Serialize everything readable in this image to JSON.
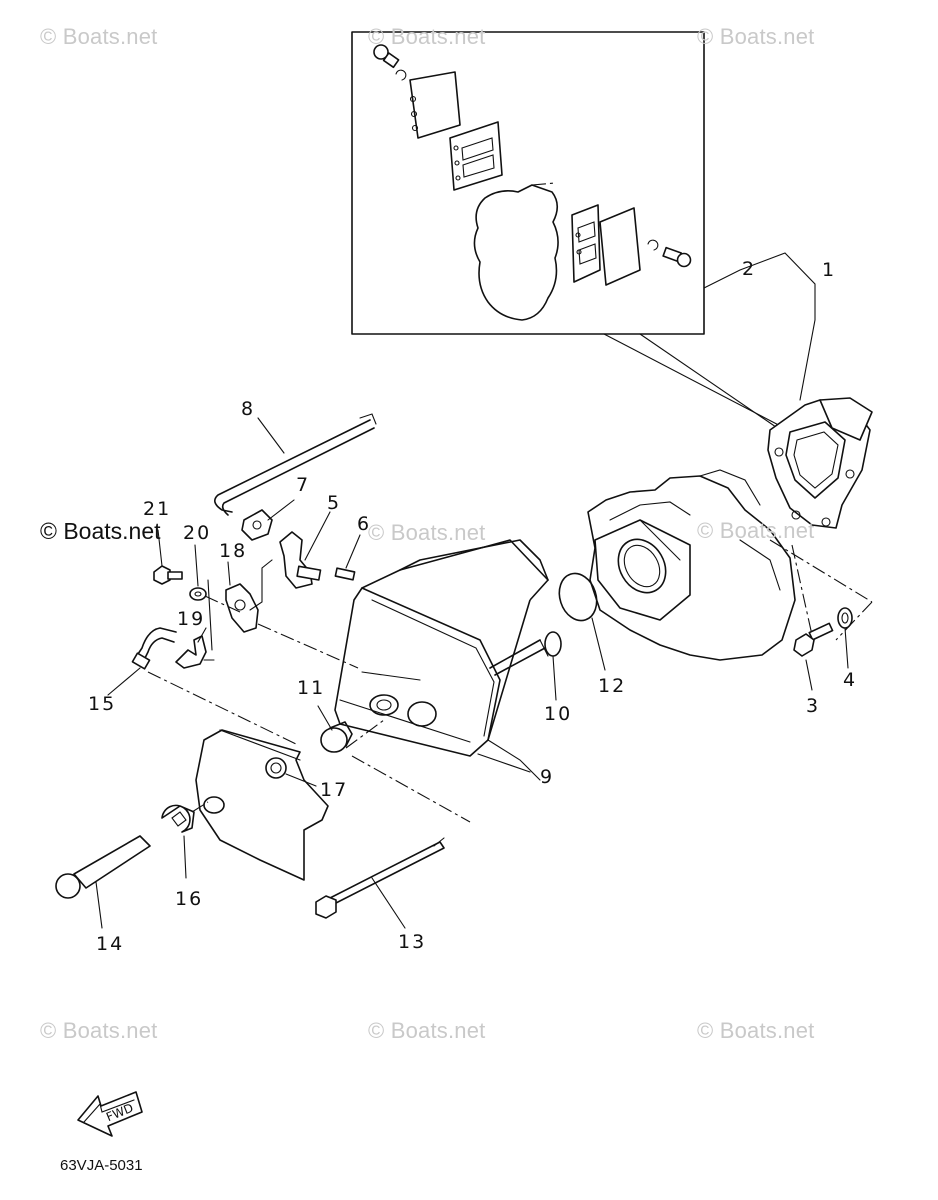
{
  "watermarks": {
    "text": "© Boats.net",
    "top_left": "© Boats.net",
    "top_center": "© Boats.net",
    "top_right": "© Boats.net",
    "middle_left": "© Boats.net",
    "middle_center": "© Boats.net",
    "middle_right": "© Boats.net",
    "bottom_left": "© Boats.net",
    "bottom_center": "© Boats.net",
    "bottom_right": "© Boats.net"
  },
  "part_numbers": {
    "p1": "1",
    "p2": "2",
    "p3": "3",
    "p4": "4",
    "p5": "5",
    "p6": "6",
    "p7": "7",
    "p8": "8",
    "p9": "9",
    "p10": "10",
    "p11": "11",
    "p12": "12",
    "p13": "13",
    "p14": "14",
    "p15": "15",
    "p16": "16",
    "p17": "17",
    "p18": "18",
    "p19": "19",
    "p20": "20",
    "p21": "21"
  },
  "fwd_arrow_label": "FWD",
  "diagram_code": "63VJA-5031"
}
